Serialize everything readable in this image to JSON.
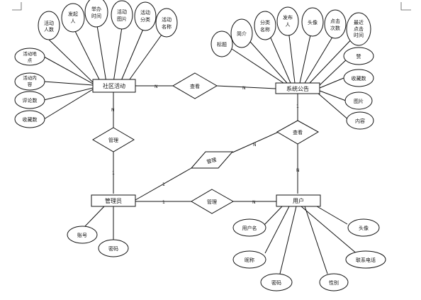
{
  "entities": {
    "community_activity": "社区活动",
    "system_notice": "系统公告",
    "admin": "管理员",
    "user": "用户"
  },
  "relationships": {
    "view_top": "查看",
    "view_right": "查看",
    "manage_left": "管理",
    "manage_middle": "管理",
    "manage_bottom": "管理"
  },
  "attributes": {
    "activity": {
      "participants": [
        "活动",
        "人数"
      ],
      "publisher": [
        "发起",
        "人"
      ],
      "time": [
        "举办",
        "时间"
      ],
      "image": [
        "活动",
        "图片"
      ],
      "category": [
        "活动",
        "分类"
      ],
      "name": [
        "活动",
        "名称"
      ],
      "location": [
        "活动地",
        "点"
      ],
      "content": [
        "活动内",
        "容"
      ],
      "comments": "评论数",
      "favorites": "收藏数"
    },
    "notice": {
      "title": "标题",
      "summary": "简介",
      "category_name": [
        "分类",
        "名称"
      ],
      "publisher": [
        "发布",
        "人"
      ],
      "avatar": "头像",
      "clicks": [
        "点击",
        "次数"
      ],
      "recent_click": [
        "最近",
        "点击",
        "时间"
      ],
      "likes": "赞",
      "favorites": "收藏数",
      "image": "图片",
      "content": "内容"
    },
    "admin": {
      "account": "账号",
      "password": "密码"
    },
    "user": {
      "username": "用户名",
      "avatar": "头像",
      "nickname": "昵称",
      "phone": "联系电话",
      "password": "密码",
      "gender": "性别"
    }
  },
  "cardinality": {
    "activity_to_view": "N",
    "view_to_notice": "N",
    "activity_down": "N",
    "notice_down": "1",
    "admin_up": "1",
    "user_up": "N",
    "view_right_to_manage": "N",
    "manage_to_admin": "1",
    "admin_to_manage": "1",
    "manage_to_user": "N"
  }
}
